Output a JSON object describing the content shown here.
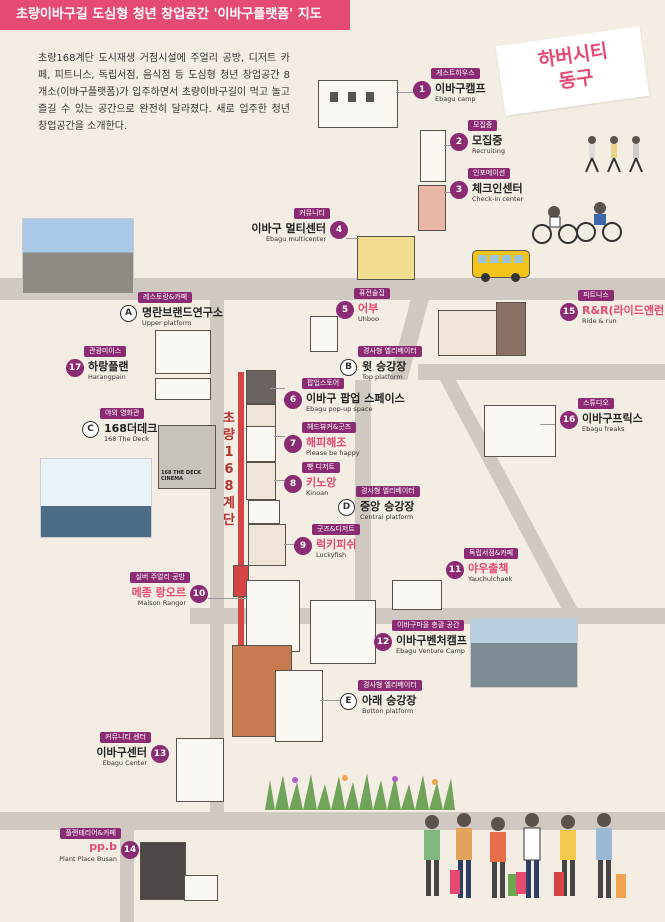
{
  "title": "초량이바구길 도심형 청년 창업공간 '이바구플랫폼' 지도",
  "intro": "초량168계단 도시재생 거점시설에 주얼리 공방, 디저트 카페, 피트니스, 독립서점, 음식점 등 도심형 청년 창업공간 8개소(이바구플랫폼)가 입주하면서 초량이바구길이 먹고 놀고 즐길 수 있는 공간으로 완전히 달라졌다. 새로 입주한 청년 창업공간을 소개한다.",
  "district_label": "하버시티 동구",
  "stair_label": "초 량 1 6 8 계 단",
  "photo_168_cinema": "168 THE DECK CINEMA",
  "colors": {
    "accent": "#e54a72",
    "tag": "#8b2b73",
    "rail": "#d64545",
    "road": "#cfc9c2",
    "background": "#f4ede4"
  },
  "locations": [
    {
      "id": "1",
      "category": "게스트하우스",
      "name": "이바구캠프",
      "en": "Ebagu camp"
    },
    {
      "id": "2",
      "category": "모집중",
      "name": "모집중",
      "en": "Recruiting"
    },
    {
      "id": "3",
      "category": "인포메이션",
      "name": "체크인센터",
      "en": "Check-in center"
    },
    {
      "id": "4",
      "category": "커뮤니티",
      "name": "이바구 멀티센터",
      "en": "Ebagu multicenter"
    },
    {
      "id": "5",
      "category": "퓨전술집",
      "name": "어부",
      "en": "Uhboo"
    },
    {
      "id": "6",
      "category": "팝업스토어",
      "name": "이바구 팝업 스페이스",
      "en": "Ebagu pop-up space"
    },
    {
      "id": "7",
      "category": "헤드뷰커&굿즈",
      "name": "해피해조",
      "en": "Please be happy"
    },
    {
      "id": "8",
      "category": "빵 디저트",
      "name": "키노앙",
      "en": "Kinoan"
    },
    {
      "id": "9",
      "category": "굿즈&디저트",
      "name": "럭키피쉬",
      "en": "Luckyfish"
    },
    {
      "id": "10",
      "category": "실버 주얼리 공방",
      "name": "메종 랑오르",
      "en": "Maison Rangor"
    },
    {
      "id": "11",
      "category": "독립서점&카페",
      "name": "야우출책",
      "en": "Yauchulchaek"
    },
    {
      "id": "12",
      "category": "이바구마을 총괄 공간",
      "name": "이바구벤처캠프",
      "en": "Ebagu Venture Camp"
    },
    {
      "id": "13",
      "category": "커뮤니티 센터",
      "name": "이바구센터",
      "en": "Ebagu Center"
    },
    {
      "id": "14",
      "category": "플랜테리어&카페",
      "name": "pp.b",
      "en": "Plant Place Busan"
    },
    {
      "id": "15",
      "category": "피트니스",
      "name": "R&R(라이드앤런)",
      "en": "Ride & run"
    },
    {
      "id": "16",
      "category": "스튜디오",
      "name": "이바구프릭스",
      "en": "Ebagu freaks"
    },
    {
      "id": "17",
      "category": "관광미이스",
      "name": "하랑플랜",
      "en": "Harangpain"
    },
    {
      "id": "A",
      "category": "레스토랑&카페",
      "name": "명란브랜드연구소",
      "en": "Upper platform"
    },
    {
      "id": "B",
      "category": "경사형 엘리베이터",
      "name": "윗 승강장",
      "en": "Top platform"
    },
    {
      "id": "C",
      "category": "야외 영화관",
      "name": "168더데크",
      "en": "168 The Deck"
    },
    {
      "id": "D",
      "category": "경사형 엘리베이터",
      "name": "중앙 승강장",
      "en": "Central platform"
    },
    {
      "id": "E",
      "category": "경사형 엘리베이터",
      "name": "아래 승강장",
      "en": "Botton platform"
    }
  ]
}
